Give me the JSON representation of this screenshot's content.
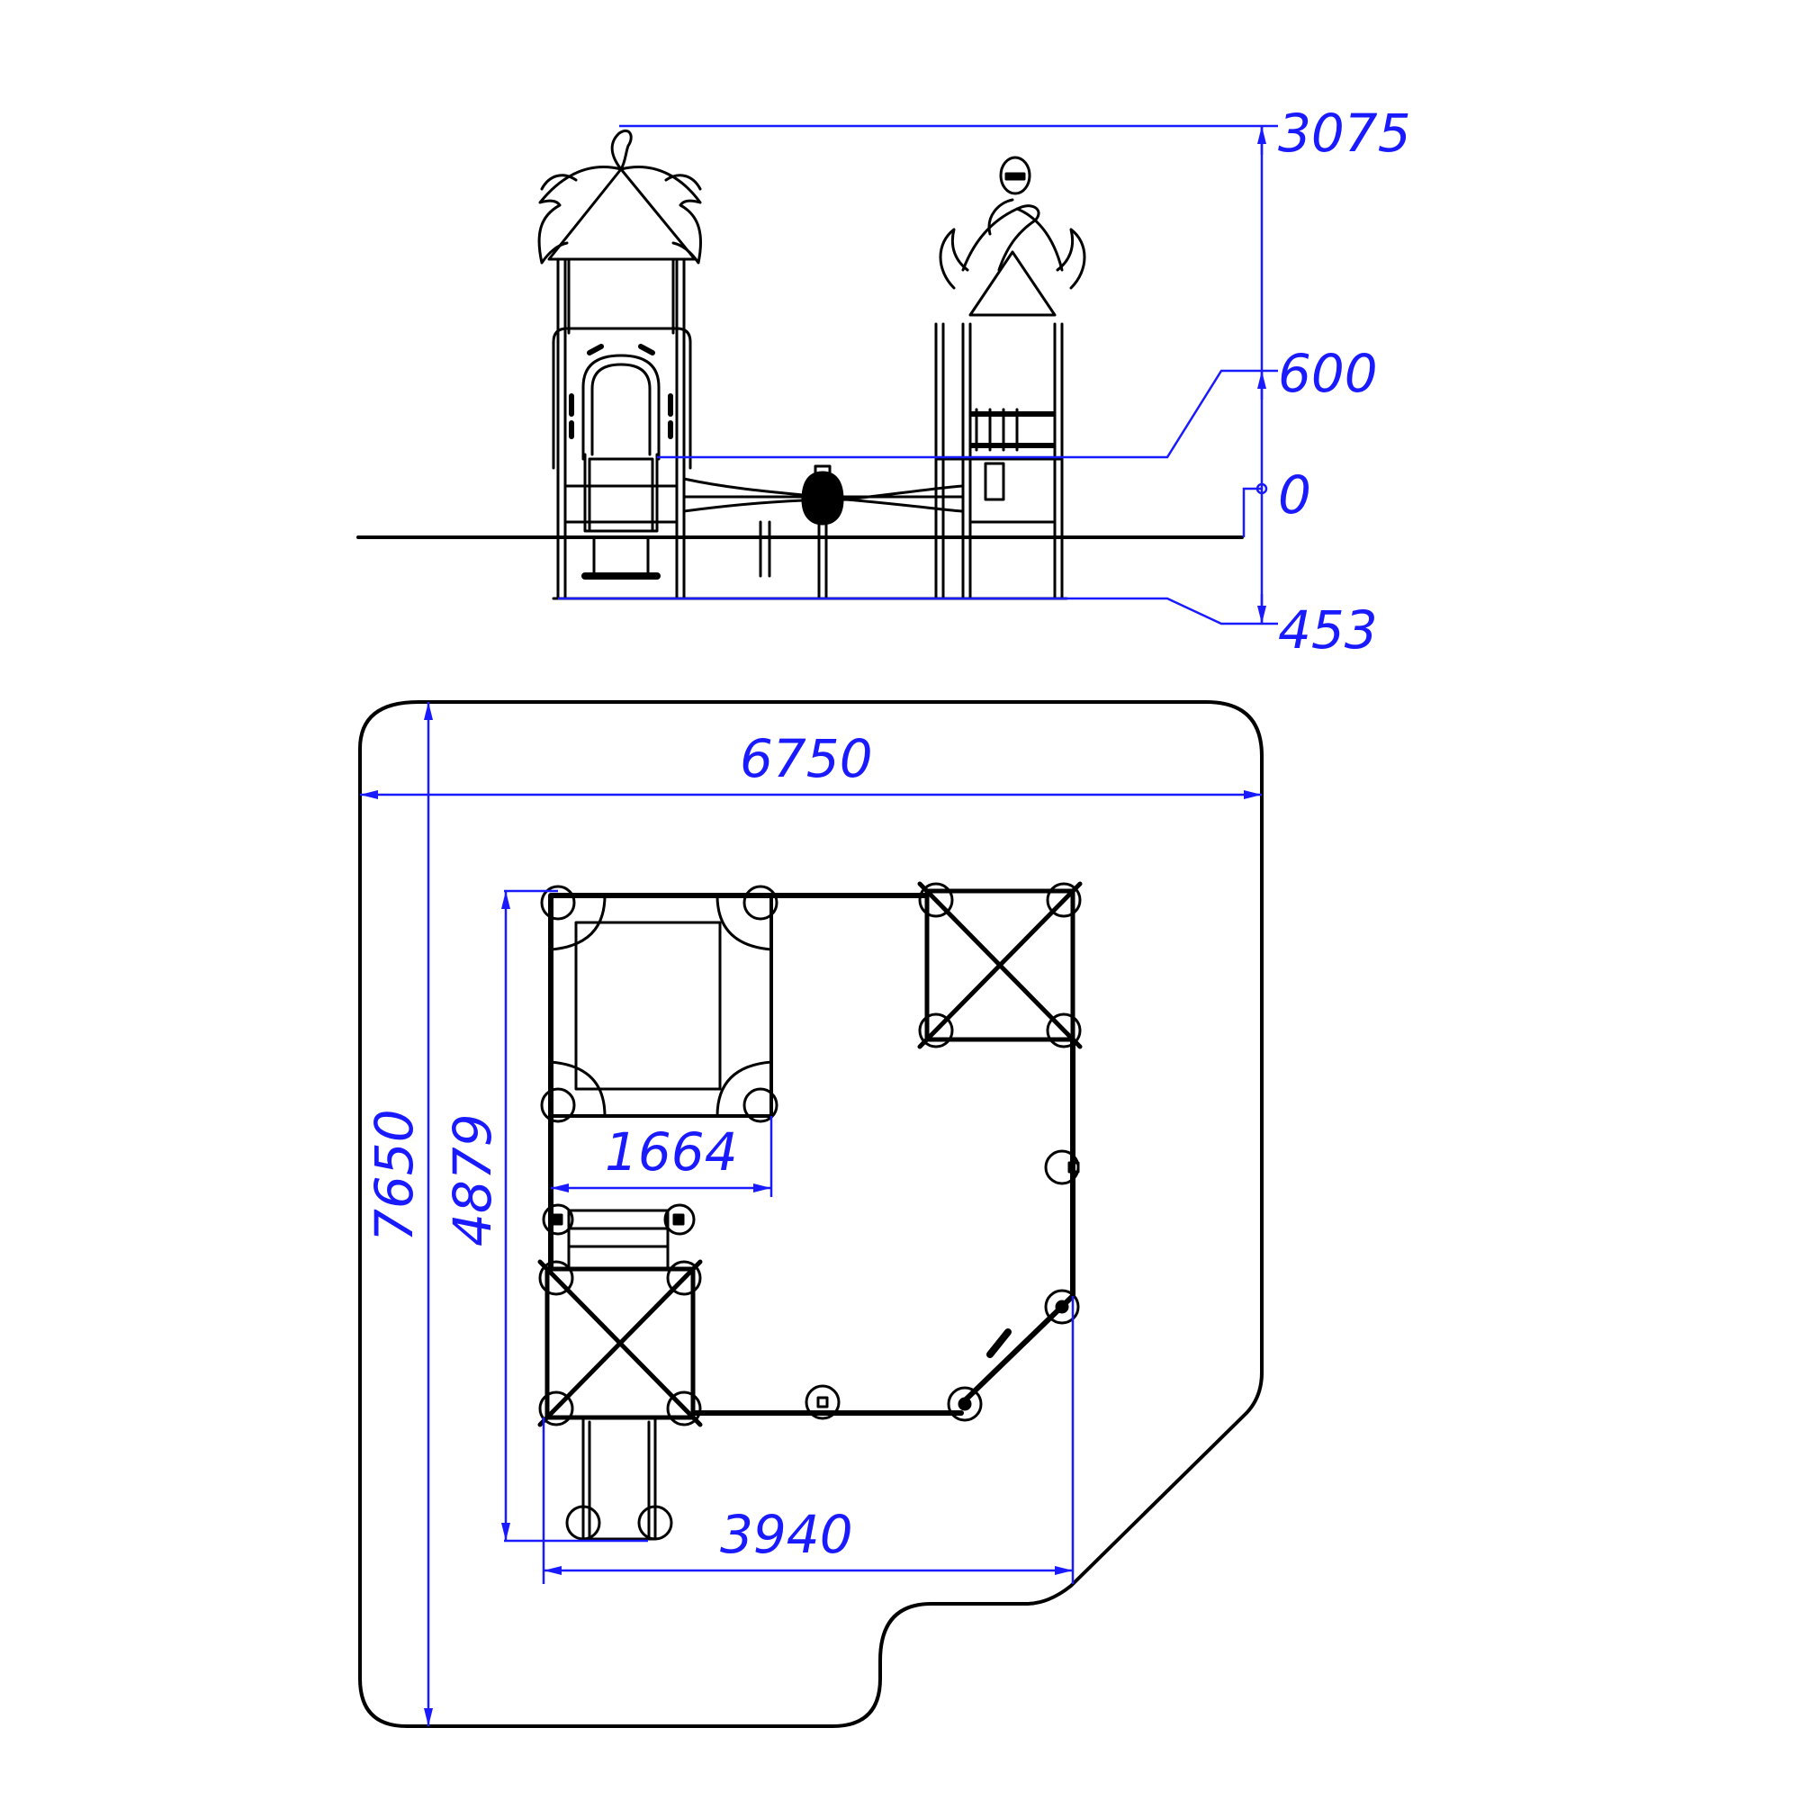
{
  "elevation": {
    "levels": {
      "top": "3075",
      "platform": "600",
      "ground": "0",
      "foundation": "453"
    }
  },
  "plan": {
    "dims": {
      "total_width": "6750",
      "total_depth": "7650",
      "structure_depth": "4879",
      "tower_width": "1664",
      "structure_width": "3940"
    }
  },
  "colors": {
    "dimension": "#1a1aff",
    "ink": "#000000",
    "background": "#ffffff"
  }
}
